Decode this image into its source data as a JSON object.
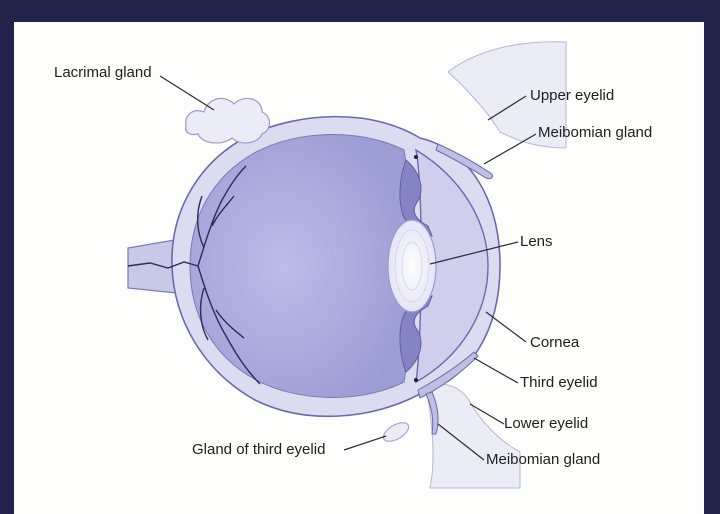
{
  "labels": {
    "lacrimal_gland": "Lacrimal gland",
    "upper_eyelid": "Upper eyelid",
    "meibomian_gland_upper": "Meibomian gland",
    "lens": "Lens",
    "cornea": "Cornea",
    "third_eyelid": "Third eyelid",
    "lower_eyelid": "Lower eyelid",
    "meibomian_gland_lower": "Meibomian gland",
    "gland_of_third_eyelid": "Gland of third eyelid"
  },
  "colors": {
    "background": "#22224a",
    "panel": "#fdfdfc",
    "eye_fill": "#a9a9dc",
    "eye_outline": "#6a6ab0",
    "line": "#2a2a3a"
  }
}
